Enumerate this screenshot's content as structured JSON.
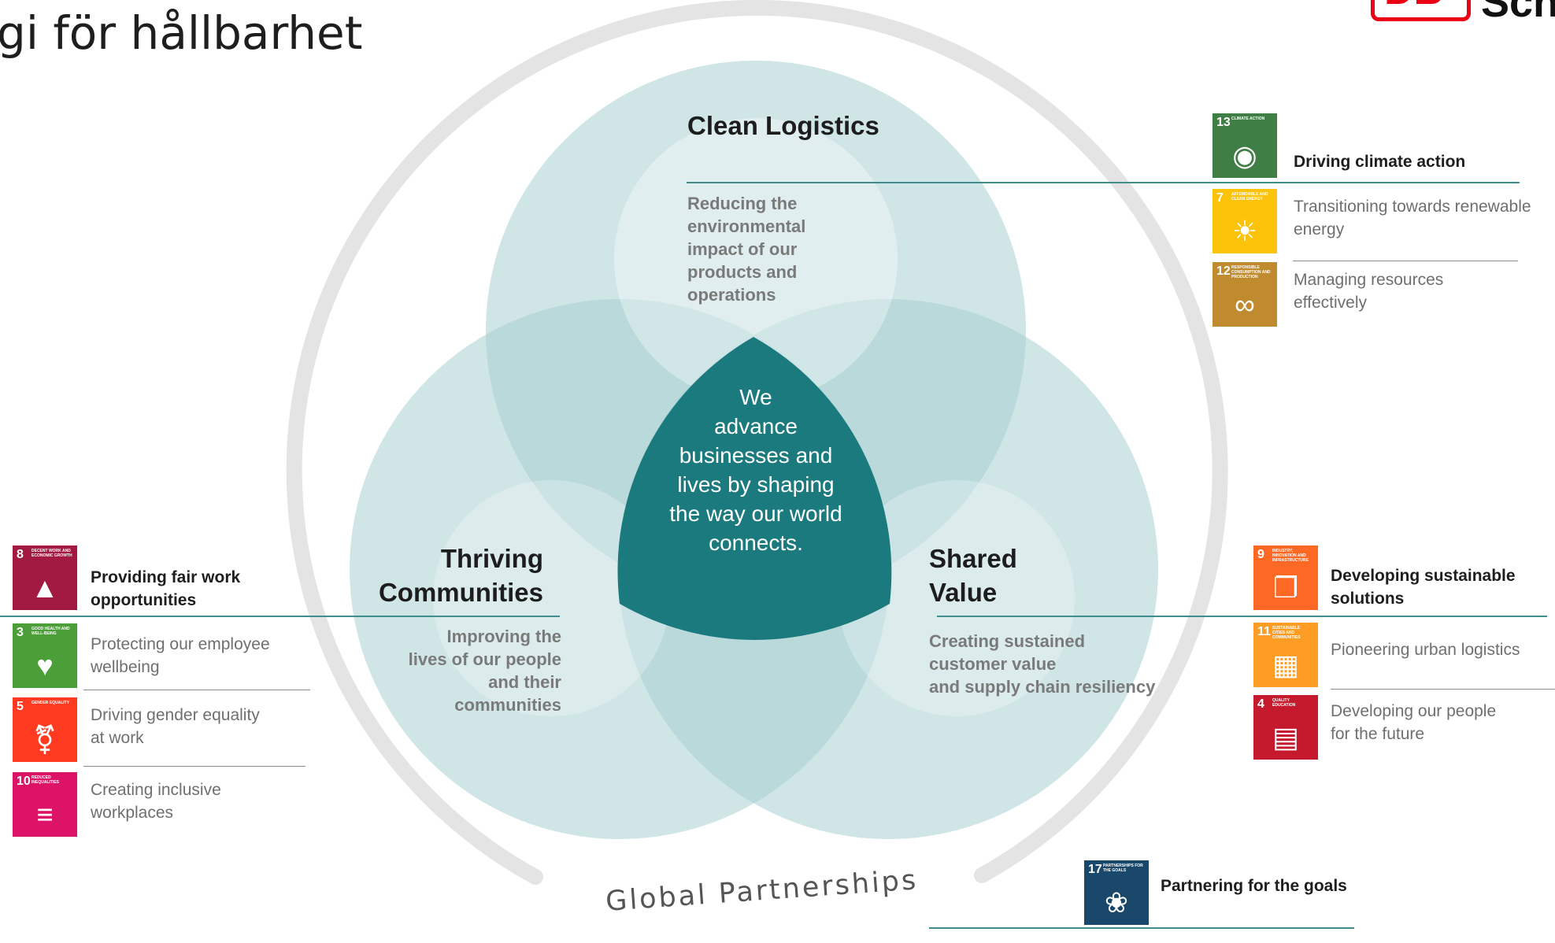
{
  "slide": {
    "title": "gi för hållbarhet",
    "logo_text": "DB",
    "logo_suffix": "Sch"
  },
  "venn": {
    "center_text": [
      "We",
      "advance",
      "businesses and",
      "lives by shaping",
      "the way our world",
      "connects."
    ],
    "circles": [
      {
        "name": "clean-logistics",
        "heading": [
          "Clean Logistics"
        ],
        "description": [
          "Reducing the",
          "environmental",
          "impact of our",
          "products and",
          "operations"
        ]
      },
      {
        "name": "thriving-communities",
        "heading": [
          "Thriving",
          "Communities"
        ],
        "description": [
          "Improving the",
          "lives of our  people",
          "and their",
          "communities"
        ]
      },
      {
        "name": "shared-value",
        "heading": [
          "Shared",
          "Value"
        ],
        "description": [
          "Creating sustained",
          "customer value",
          "and  supply chain resiliency"
        ]
      }
    ],
    "outer_ring_label": "Global Partnerships",
    "colors": {
      "circle_fill": "#a8cfd2",
      "center_fill": "#1a7a7e",
      "ring": "#e3e3e3",
      "divider": "#3f8d8f"
    }
  },
  "goal_groups": {
    "clean_logistics": [
      {
        "sdg": "13",
        "tile_label": "CLIMATE ACTION",
        "icon": "eye-globe-icon",
        "color": "#3f7e44",
        "text": [
          "Driving climate action"
        ],
        "emphasis": true
      },
      {
        "sdg": "7",
        "tile_label": "AFFORDABLE AND CLEAN ENERGY",
        "icon": "sun-icon",
        "color": "#fcc30b",
        "text": [
          "Transitioning towards  renewable",
          "energy"
        ],
        "emphasis": false
      },
      {
        "sdg": "12",
        "tile_label": "RESPONSIBLE CONSUMPTION AND PRODUCTION",
        "icon": "infinity-icon",
        "color": "#bf8b2e",
        "text": [
          "Managing resources",
          "effectively"
        ],
        "emphasis": false
      }
    ],
    "thriving_communities": [
      {
        "sdg": "8",
        "tile_label": "DECENT WORK AND ECONOMIC GROWTH",
        "icon": "growth-chart-icon",
        "color": "#a21942",
        "text": [
          "Providing fair work",
          "opportunities"
        ],
        "emphasis": true
      },
      {
        "sdg": "3",
        "tile_label": "GOOD HEALTH AND WELL-BEING",
        "icon": "heartbeat-icon",
        "color": "#4c9f38",
        "text": [
          "Protecting our employee",
          "wellbeing"
        ],
        "emphasis": false
      },
      {
        "sdg": "5",
        "tile_label": "GENDER EQUALITY",
        "icon": "gender-equality-icon",
        "color": "#ff3a21",
        "text": [
          "Driving gender equality",
          "at work"
        ],
        "emphasis": false
      },
      {
        "sdg": "10",
        "tile_label": "REDUCED INEQUALITIES",
        "icon": "equality-arrows-icon",
        "color": "#dd1367",
        "text": [
          "Creating inclusive",
          "workplaces"
        ],
        "emphasis": false
      }
    ],
    "shared_value": [
      {
        "sdg": "9",
        "tile_label": "INDUSTRY, INNOVATION AND INFRASTRUCTURE",
        "icon": "cubes-icon",
        "color": "#fd6925",
        "text": [
          "Developing sustainable",
          "solutions"
        ],
        "emphasis": true
      },
      {
        "sdg": "11",
        "tile_label": "SUSTAINABLE CITIES AND COMMUNITIES",
        "icon": "city-icon",
        "color": "#fd9d24",
        "text": [
          "Pioneering urban logistics"
        ],
        "emphasis": false
      },
      {
        "sdg": "4",
        "tile_label": "QUALITY EDUCATION",
        "icon": "book-icon",
        "color": "#c5192d",
        "text": [
          "Developing our people",
          "for the future"
        ],
        "emphasis": false
      }
    ],
    "partnerships": [
      {
        "sdg": "17",
        "tile_label": "PARTNERSHIPS FOR THE GOALS",
        "icon": "flower-icon",
        "color": "#19486a",
        "text": [
          "Partnering for the goals"
        ],
        "emphasis": true
      }
    ]
  }
}
